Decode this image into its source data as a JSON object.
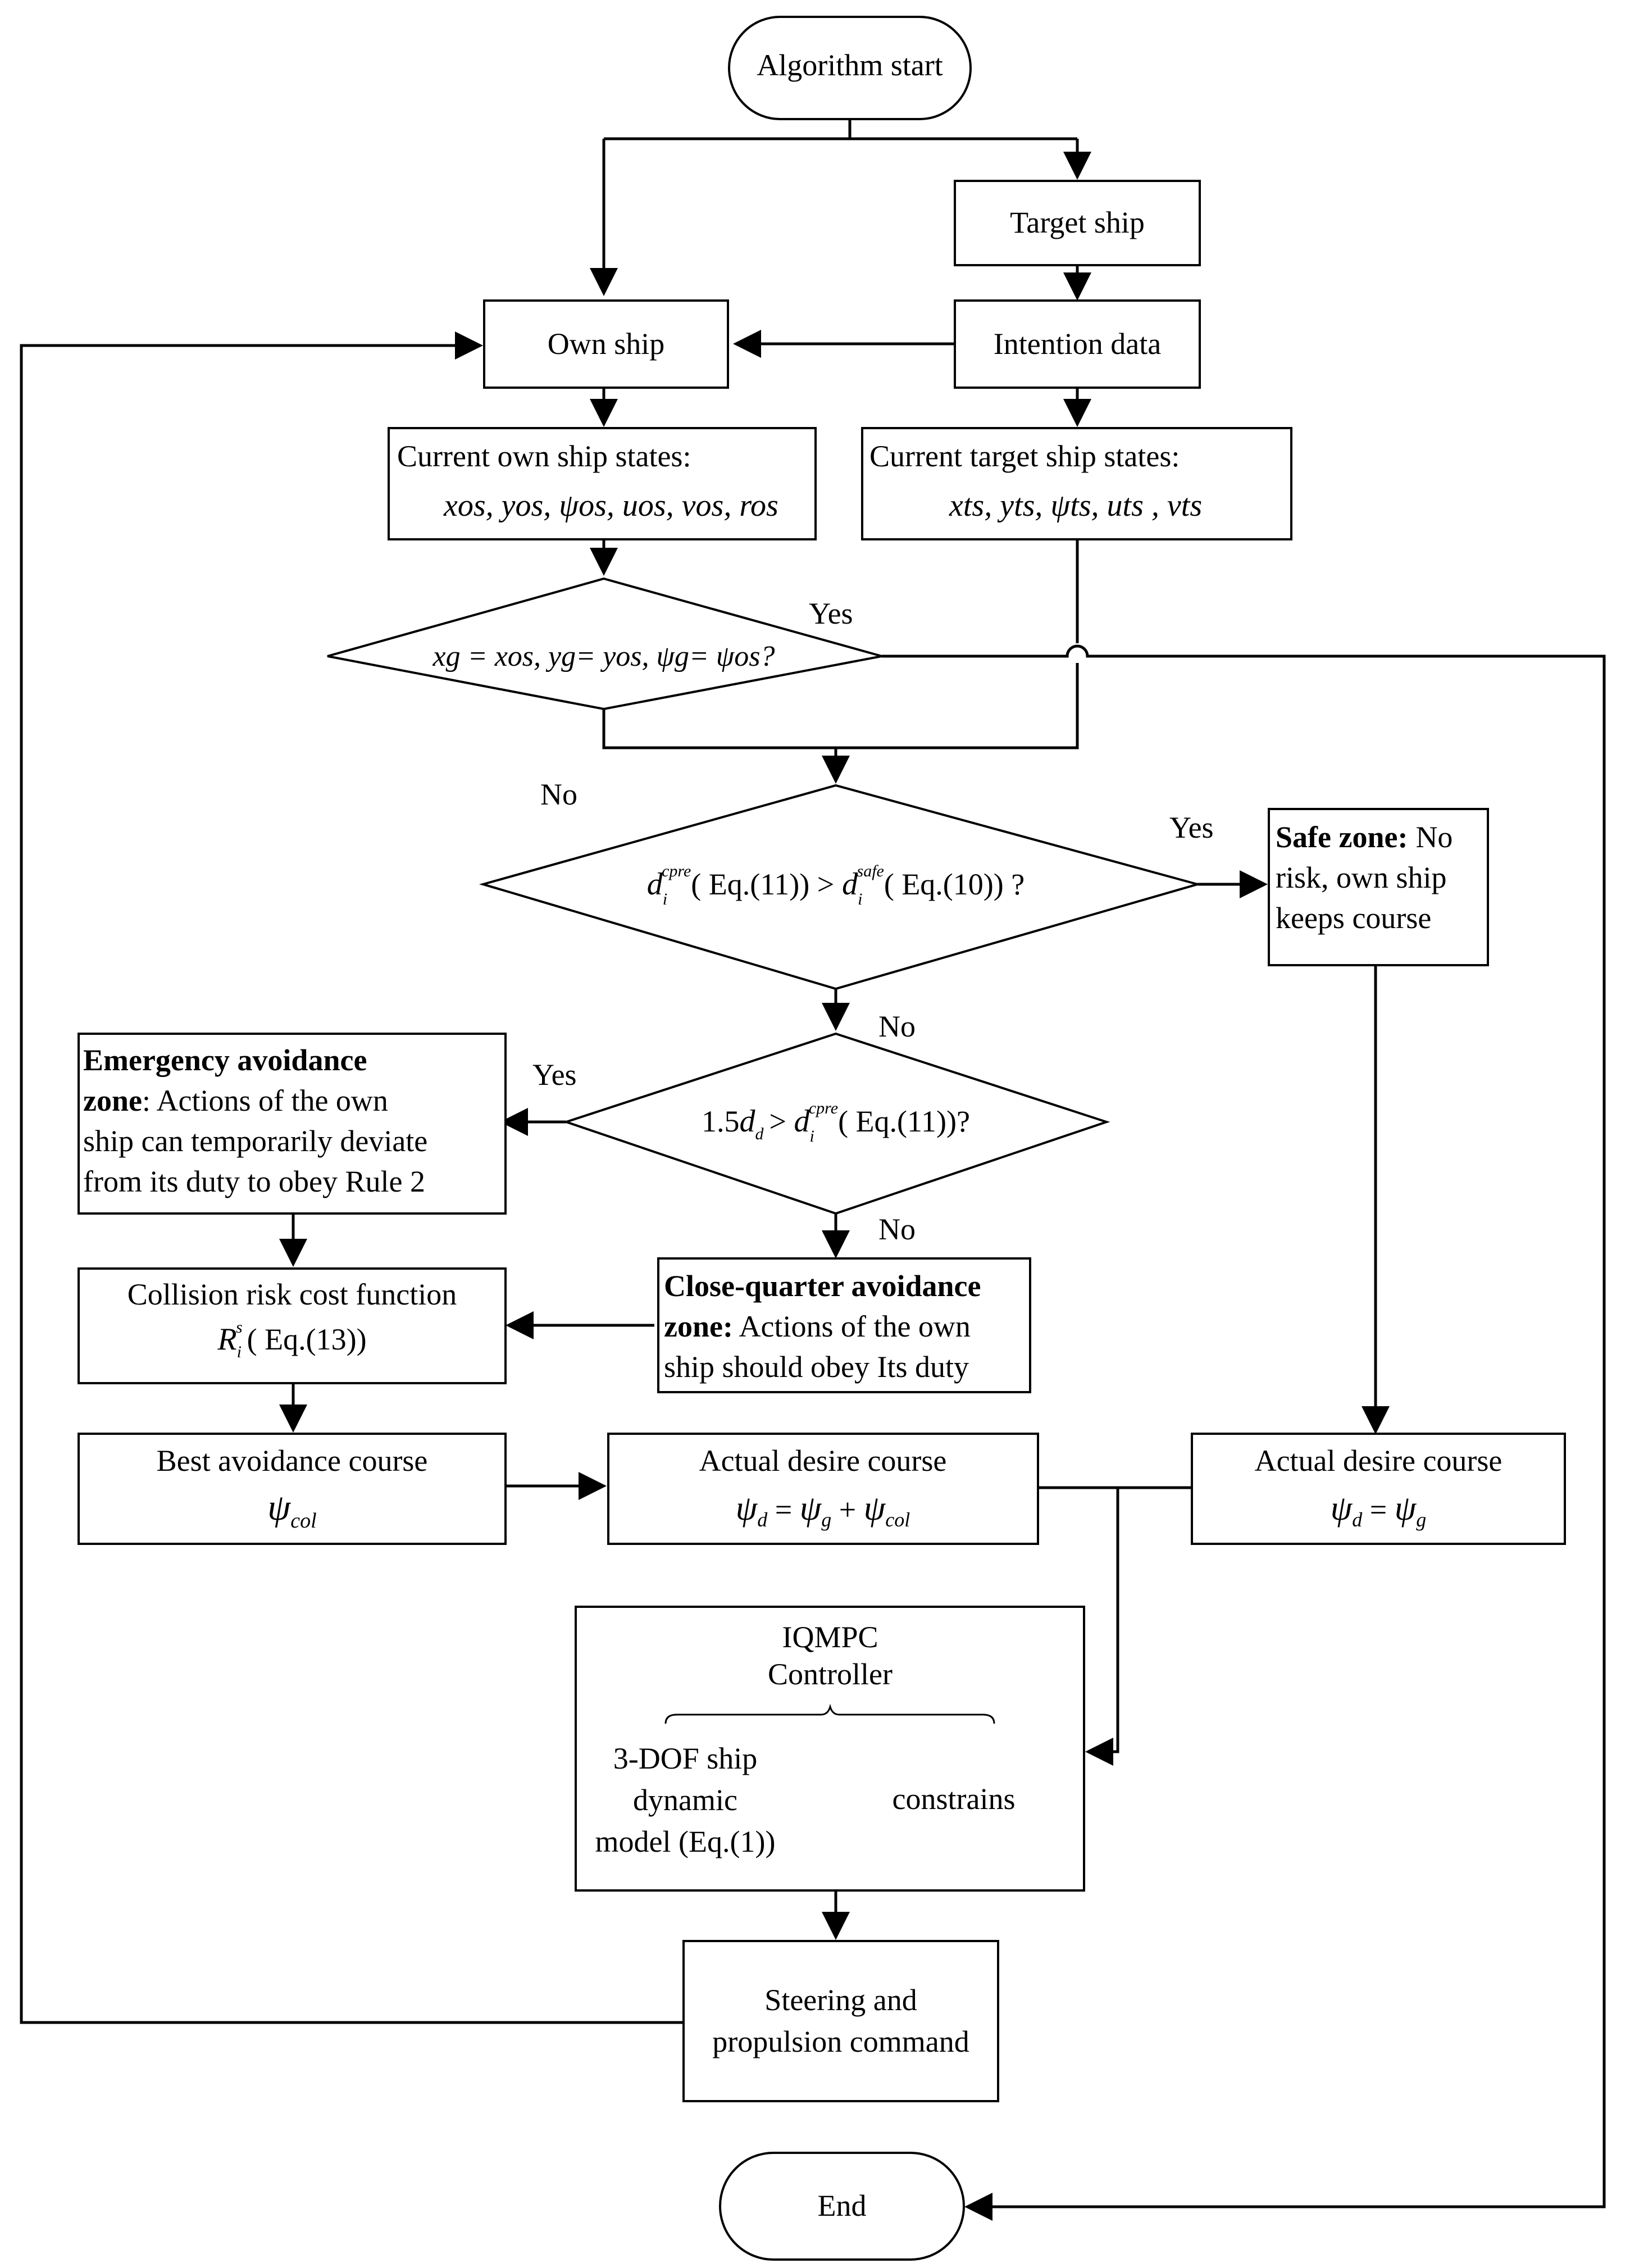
{
  "nodes": {
    "start": "Algorithm start",
    "target_ship": "Target ship",
    "own_ship": "Own ship",
    "intention": "Intention data",
    "own_states": {
      "title": "Current own ship states:",
      "vars": "xos, yos, ψos, uos, vos, ros"
    },
    "target_states": {
      "title": "Current target ship states:",
      "vars": "xts, yts, ψts, uts , vts"
    },
    "decision1": "xg = xos, yg= yos, ψg= ψos?",
    "decision2": {
      "lhs_sup": "cpre",
      "lhs_eq": "( Eq.(11)) >",
      "rhs_sup": "safe",
      "rhs_eq": "( Eq.(10)) ?"
    },
    "decision3": {
      "prefix": "1.5",
      "eq": "( Eq.(11))?"
    },
    "safe_zone": {
      "bold": "Safe zone:",
      "l1": "No",
      "l2": "risk, own ship",
      "l3": "keeps course"
    },
    "emergency": {
      "l1": "Emergency avoidance",
      "bold2": "zone",
      "l2": ":  Actions of the own",
      "l3": "ship can temporarily deviate",
      "l4": "from its duty to obey Rule 2"
    },
    "close_quarter": {
      "l1": "Close-quarter avoidance",
      "bold2": "zone:",
      "l2": " Actions of the own",
      "l3": "ship should obey Its duty"
    },
    "collision_risk": {
      "l1": "Collision risk cost function",
      "eq": "( Eq.(13))"
    },
    "best_course": {
      "l1": "Best avoidance course"
    },
    "actual_mid": {
      "l1": "Actual desire course"
    },
    "actual_right": {
      "l1": "Actual desire course"
    },
    "iqmpc": {
      "l1": "IQMPC",
      "l2": "Controller",
      "m1": "3-DOF ship",
      "m2": "dynamic",
      "m3": "model (Eq.(1))",
      "c": "constrains"
    },
    "steering": {
      "l1": "Steering and",
      "l2": "propulsion command"
    },
    "end": "End"
  },
  "labels": {
    "yes": "Yes",
    "no": "No"
  }
}
